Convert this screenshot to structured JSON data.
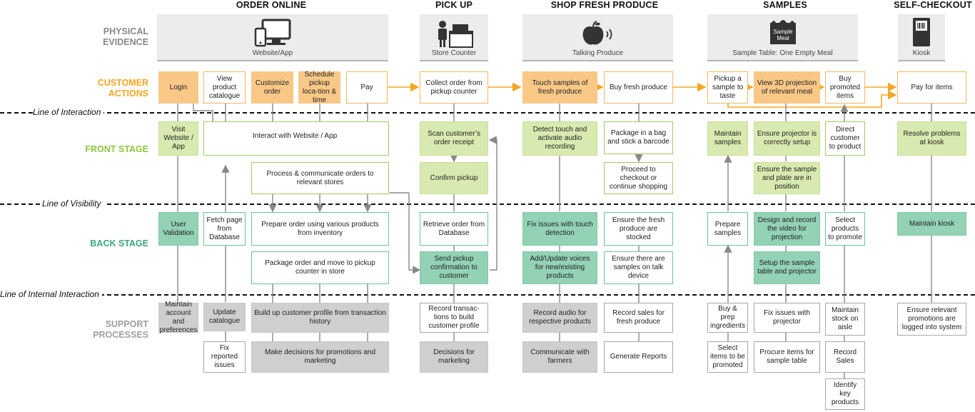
{
  "columns": {
    "order_online": "ORDER ONLINE",
    "pick_up": "PICK UP",
    "shop_fresh_produce": "SHOP FRESH PRODUCE",
    "samples": "SAMPLES",
    "self_checkout": "SELF-CHECKOUT"
  },
  "rows": {
    "physical_evidence": "PHYSICAL EVIDENCE",
    "customer_actions": "CUSTOMER ACTIONS",
    "front_stage": "FRONT STAGE",
    "back_stage": "BACK STAGE",
    "support_processes": "SUPPORT PROCESSES"
  },
  "lines": {
    "interaction": "Line of Interaction",
    "visibility": "Line of Visibility",
    "internal": "Line of Internal Interaction"
  },
  "evidence": {
    "order_online": "Website/App",
    "pick_up": "Store Counter",
    "shop_fresh_produce": "Talking Produce",
    "samples": "Sample Table: One Empty Meal",
    "samples_sign": "Sample Meal",
    "self_checkout": "Kiosk"
  },
  "customer_actions": {
    "login": "Login",
    "view_catalogue": "View product catalogue",
    "customize_order": "Customize order",
    "schedule_pickup": "Schedule pickup loca-tion & time",
    "pay": "Pay",
    "collect_order": "Collect order from pickup counter",
    "touch_samples": "Touch samples of fresh produce",
    "buy_fresh_produce": "Buy fresh produce",
    "pickup_sample": "Pickup a sample to taste",
    "view_3d_projection": "View 3D projection of relevant meal",
    "buy_promoted": "Buy promoted items",
    "pay_for_items": "Pay for items"
  },
  "front_stage": {
    "visit_website": "Visit Website / App",
    "interact_website": "Interact with Website / App",
    "process_orders": "Process & communicate orders to relevant stores",
    "scan_receipt": "Scan customer’s order receipt",
    "confirm_pickup": "Confirm pickup",
    "detect_touch": "Detect touch and activate audio recording",
    "package_bag": "Package in a bag and stick a barcode",
    "proceed_checkout": "Proceed to checkout or continue shopping",
    "maintain_samples": "Maintain samples",
    "projector_setup": "Ensure projector is correctly setup",
    "sample_plate": "Ensure the sample and plate are in position",
    "direct_customer": "Direct customer to product",
    "resolve_kiosk": "Resolve problems at kiosk"
  },
  "back_stage": {
    "user_validation": "User Validation",
    "fetch_page": "Fetch page from Database",
    "prepare_order": "Prepare order using various products from  inventory",
    "package_order": "Package order and move to pickup counter in store",
    "retrieve_order": "Retrieve order from Database",
    "send_confirmation": "Send pickup confirmation to customer",
    "fix_touch": "Fix issues with touch detection",
    "update_voices": "Add/Update voices for new/existing products",
    "produce_stocked": "Ensure the fresh produce are stocked",
    "samples_talk_device": "Ensure there are samples on talk device",
    "prepare_samples": "Prepare samples",
    "design_video": "Design and record the video for projection",
    "setup_table": "Setup the sample table and projector",
    "select_products": "Select products to promote",
    "maintain_kiosk": "Maintain kiosk"
  },
  "support": {
    "maintain_account": "Maintain account and preferences",
    "update_catalogue": "Update catalogue",
    "fix_issues": "Fix reported issues",
    "build_profile": "Build up customer profile from transaction history",
    "make_decisions": "Make decisions for promotions and marketing",
    "record_transactions": "Record transac-tions to build customer profile",
    "decisions_marketing": "Decisions for marketing",
    "record_audio": "Record audio for respective products",
    "communicate_farmers": "Communicate with farmers",
    "record_sales_produce": "Record sales for fresh produce",
    "generate_reports": "Generate Reports",
    "buy_prep": "Buy & prep ingredients",
    "select_promoted": "Select items to be promoted",
    "fix_projector": "Fix issues with projector",
    "procure_items": "Procure items for sample table",
    "maintain_stock": "Maintain stock on aisle",
    "record_sales": "Record Sales",
    "identify_products": "Identify key products",
    "promotions_logged": "Ensure relevant promotions are logged into system"
  },
  "colors": {
    "customer": "#f9c887",
    "customer_label": "#f5a623",
    "front": "#d8eab0",
    "front_label": "#8dc63f",
    "back": "#93d2b4",
    "back_label": "#3aa87a",
    "support": "#cfcfcf",
    "support_label": "#a0a0a0",
    "evidence": "#ececec"
  }
}
